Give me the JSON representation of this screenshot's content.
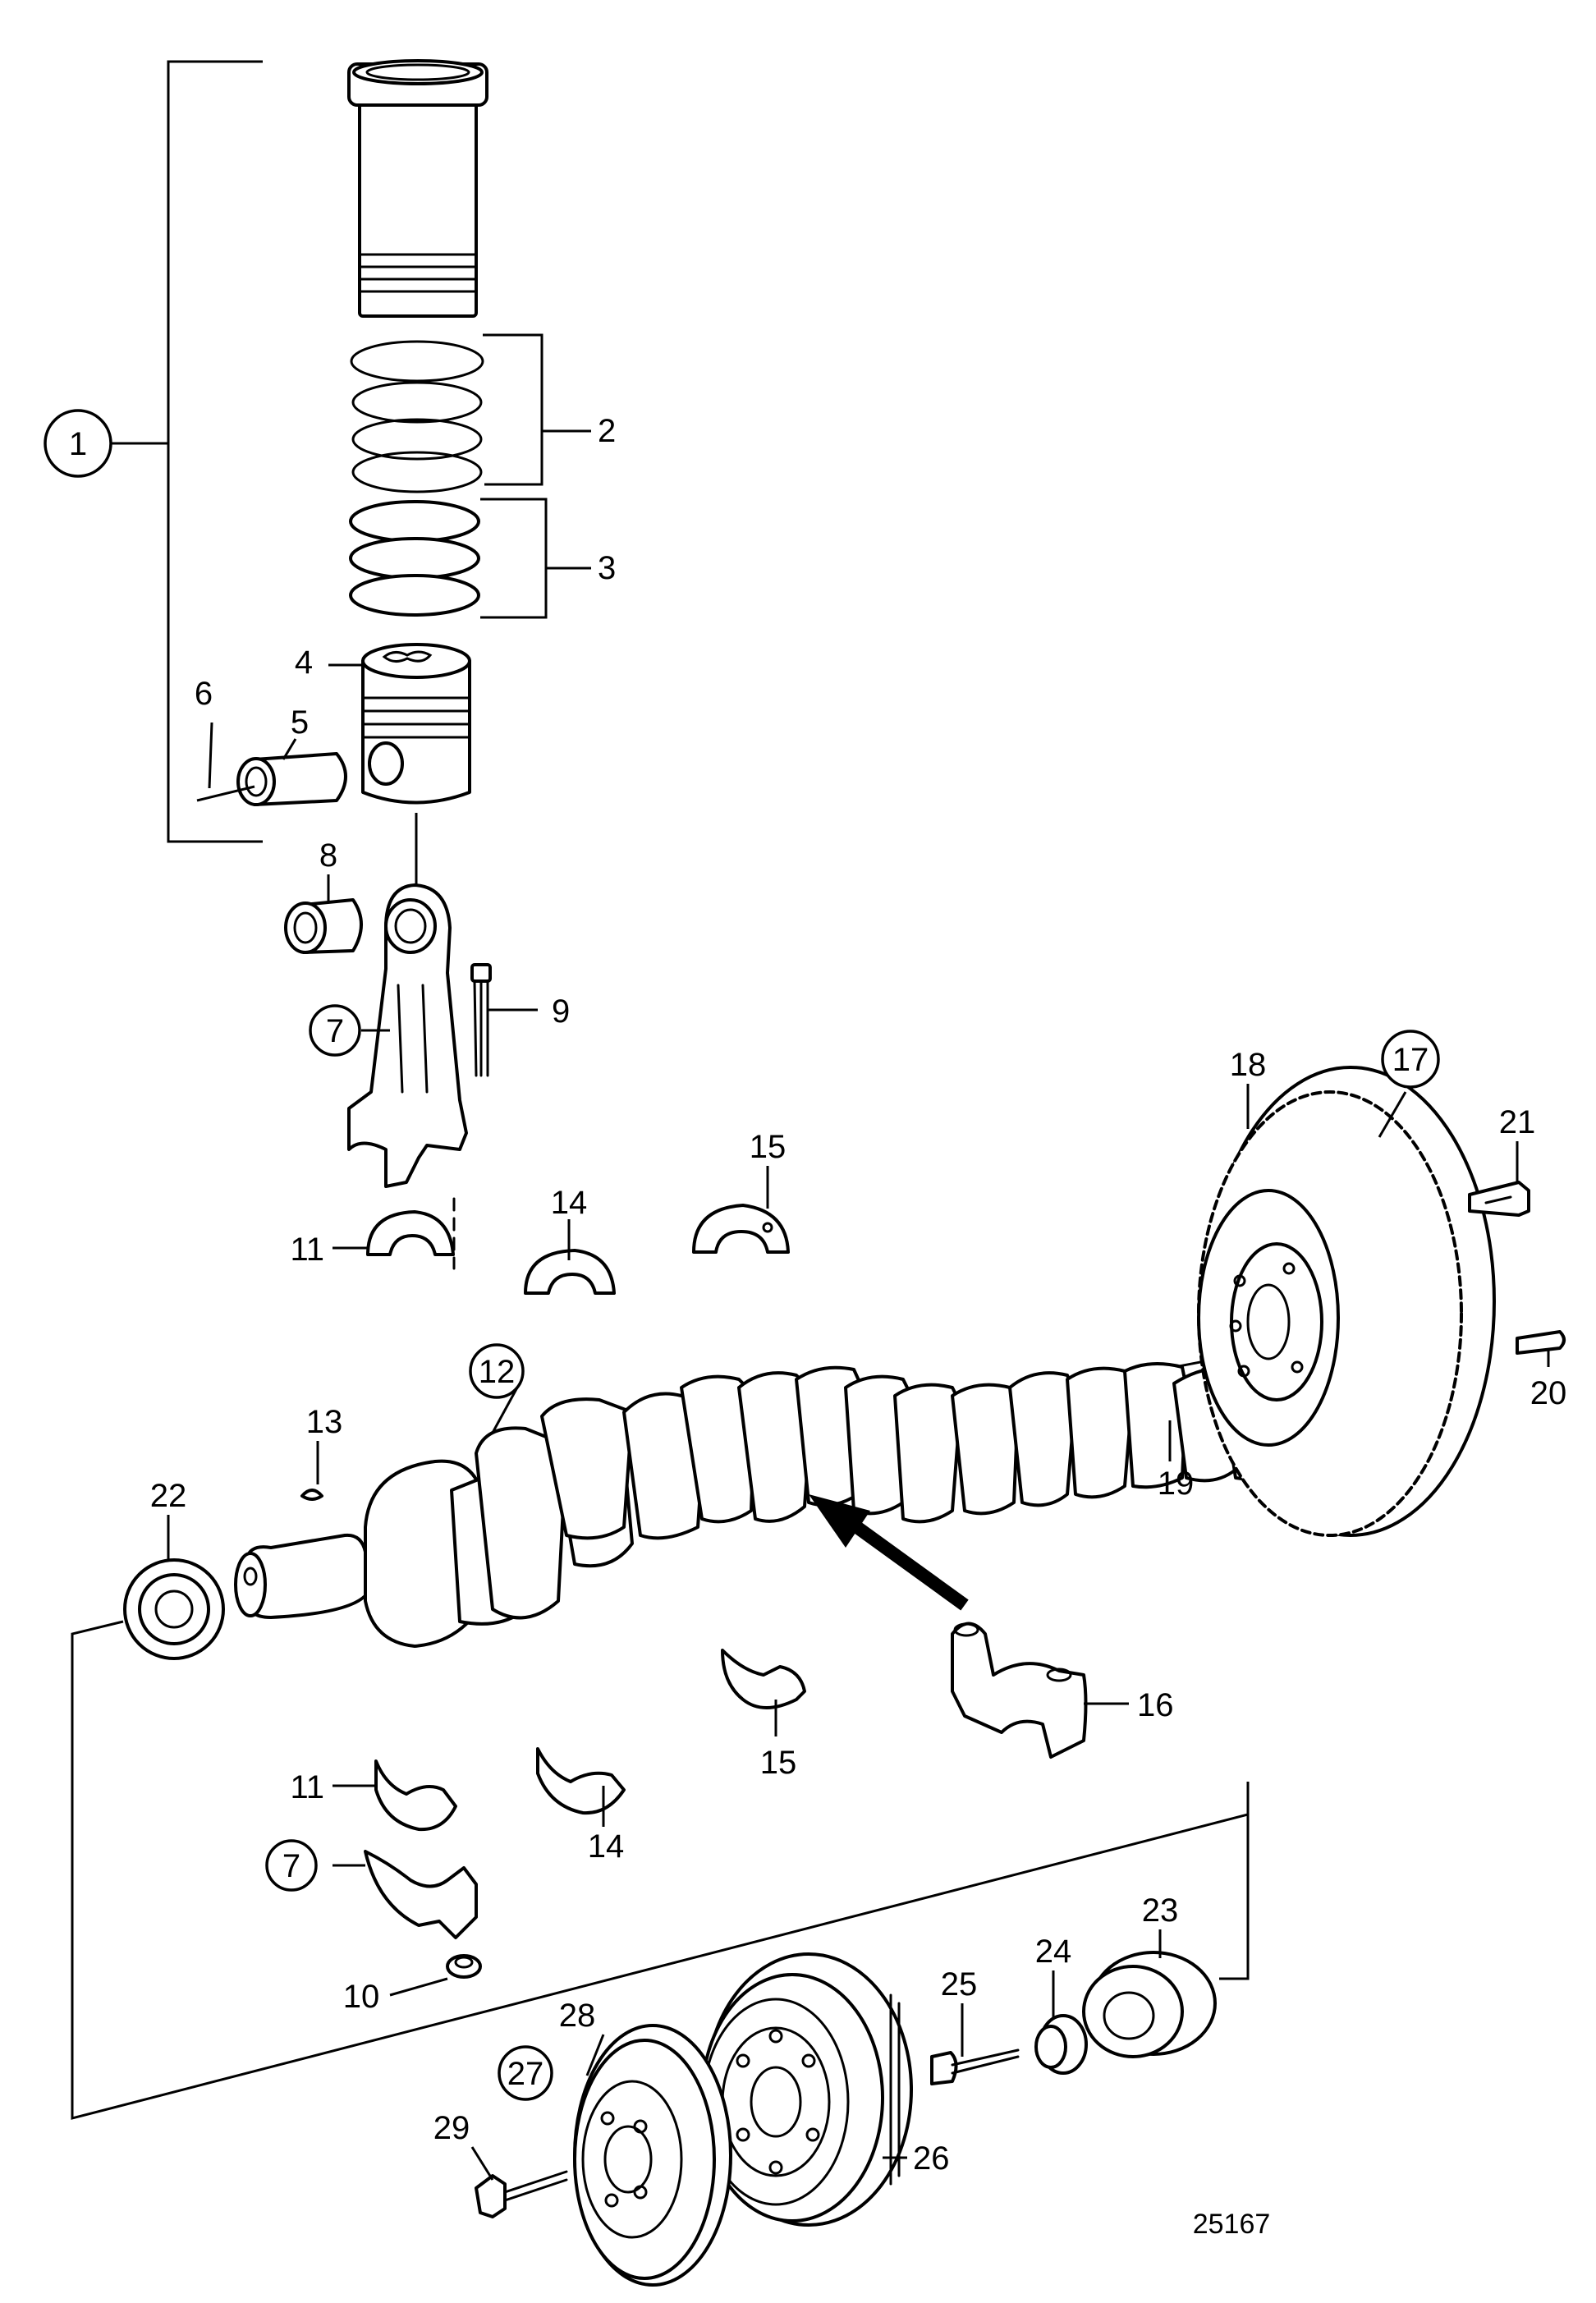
{
  "diagram": {
    "reference_number": "25167",
    "callouts": {
      "c1": "1",
      "c2": "2",
      "c3": "3",
      "c4": "4",
      "c5": "5",
      "c6": "6",
      "c7a": "7",
      "c7b": "7",
      "c8": "8",
      "c9": "9",
      "c10": "10",
      "c11a": "11",
      "c11b": "11",
      "c12": "12",
      "c13": "13",
      "c14a": "14",
      "c14b": "14",
      "c15a": "15",
      "c15b": "15",
      "c16": "16",
      "c17": "17",
      "c18": "18",
      "c19": "19",
      "c20": "20",
      "c21": "21",
      "c22": "22",
      "c23": "23",
      "c24": "24",
      "c25": "25",
      "c26": "26",
      "c27": "27",
      "c28": "28",
      "c29": "29"
    }
  }
}
